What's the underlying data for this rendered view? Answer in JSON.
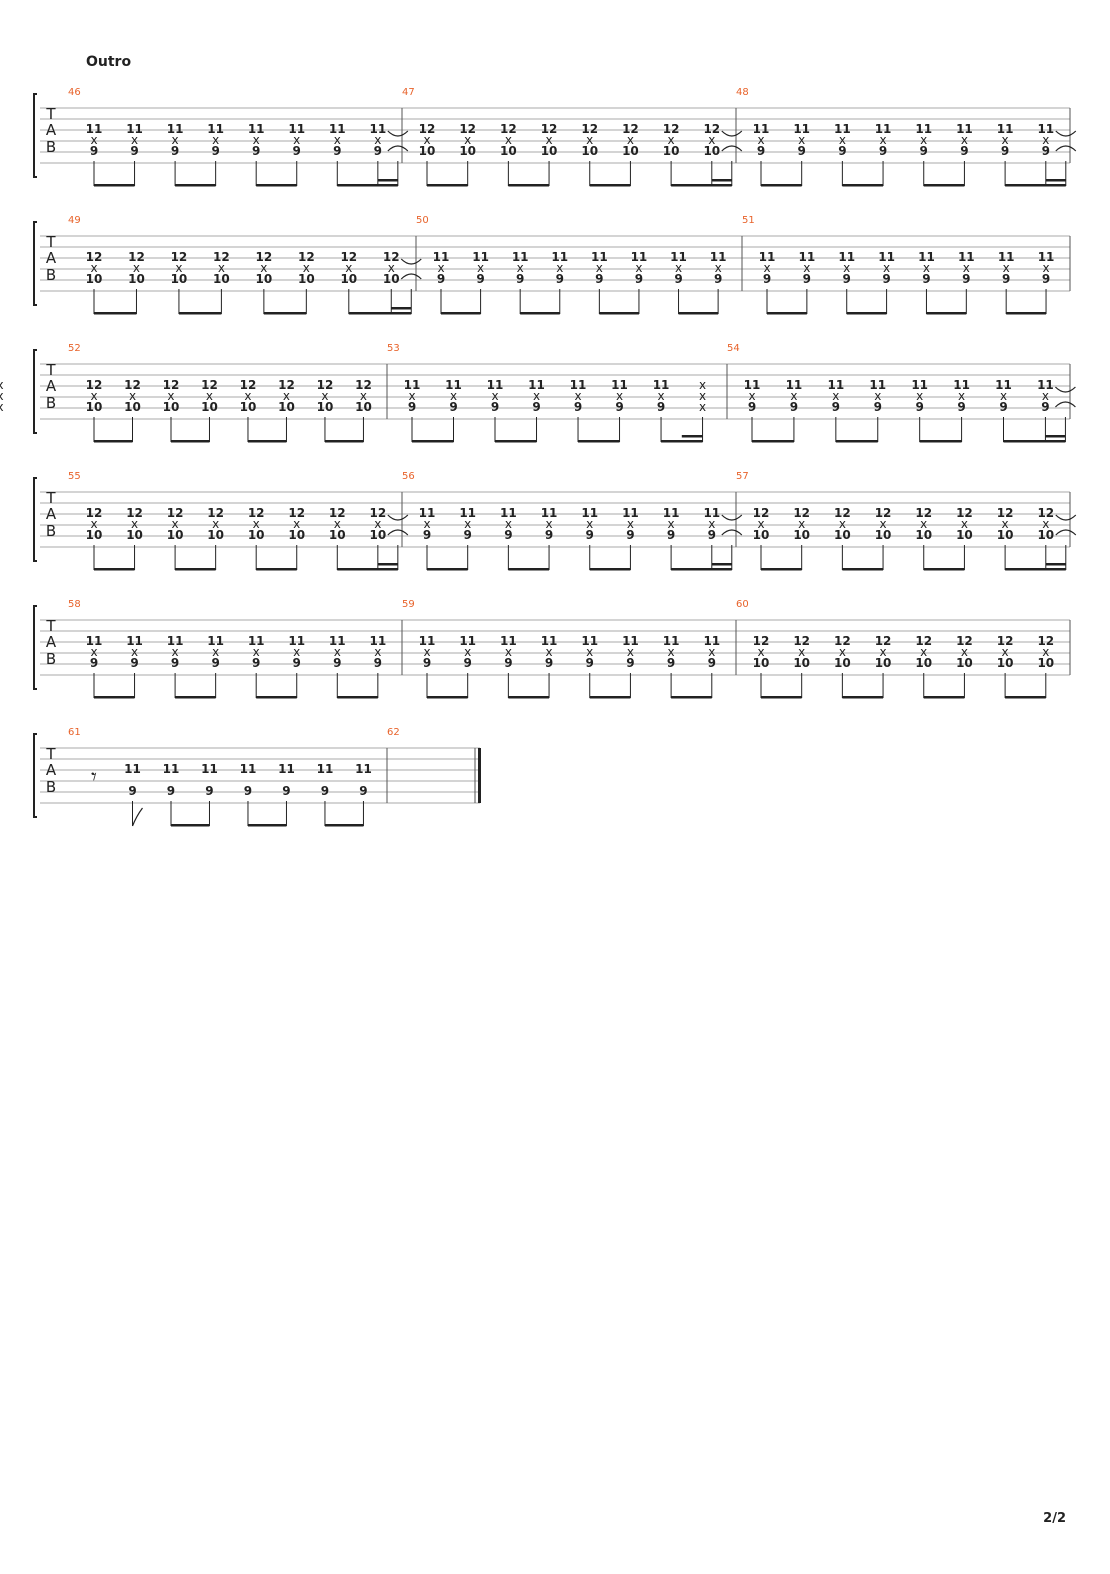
{
  "section_title": "Outro",
  "page_number": "2/2",
  "colors": {
    "measure_number": "#e8632b",
    "ink": "#222222",
    "staff_line": "#aaaaaa"
  },
  "tab_clef": [
    "T",
    "A",
    "B"
  ],
  "systems": [
    {
      "measures": [
        {
          "number": "46",
          "chord": [
            "11",
            "x",
            "9"
          ],
          "count": 8,
          "end_dead": true
        },
        {
          "number": "47",
          "chord": [
            "12",
            "x",
            "10"
          ],
          "count": 8,
          "end_dead": true
        },
        {
          "number": "48",
          "chord": [
            "11",
            "x",
            "9"
          ],
          "count": 8,
          "end_dead": true
        }
      ]
    },
    {
      "measures": [
        {
          "number": "49",
          "chord": [
            "12",
            "x",
            "10"
          ],
          "count": 8,
          "end_dead": true
        },
        {
          "number": "50",
          "chord": [
            "11",
            "x",
            "9"
          ],
          "count": 8,
          "end_dead": false
        },
        {
          "number": "51",
          "chord": [
            "11",
            "x",
            "9"
          ],
          "count": 8,
          "end_dead": false
        }
      ]
    },
    {
      "measures": [
        {
          "number": "52",
          "chord": [
            "12",
            "x",
            "10"
          ],
          "count": 8,
          "end_dead": false
        },
        {
          "number": "53",
          "chord": [
            "11",
            "x",
            "9"
          ],
          "count": 7,
          "dead_cols": 2,
          "end_dead": false
        },
        {
          "number": "54",
          "chord": [
            "11",
            "x",
            "9"
          ],
          "count": 8,
          "end_dead": true
        }
      ]
    },
    {
      "measures": [
        {
          "number": "55",
          "chord": [
            "12",
            "x",
            "10"
          ],
          "count": 8,
          "end_dead": true
        },
        {
          "number": "56",
          "chord": [
            "11",
            "x",
            "9"
          ],
          "count": 8,
          "end_dead": true
        },
        {
          "number": "57",
          "chord": [
            "12",
            "x",
            "10"
          ],
          "count": 8,
          "end_dead": true
        }
      ]
    },
    {
      "measures": [
        {
          "number": "58",
          "chord": [
            "11",
            "x",
            "9"
          ],
          "count": 8,
          "end_dead": false
        },
        {
          "number": "59",
          "chord": [
            "11",
            "x",
            "9"
          ],
          "count": 8,
          "end_dead": false
        },
        {
          "number": "60",
          "chord": [
            "12",
            "x",
            "10"
          ],
          "count": 8,
          "end_dead": false
        }
      ]
    },
    {
      "measures": [
        {
          "number": "61",
          "chord": [
            "11",
            "",
            "9"
          ],
          "count": 7,
          "rest": true,
          "end_dead": false
        },
        {
          "number": "62",
          "empty": true,
          "final": true
        }
      ]
    }
  ]
}
